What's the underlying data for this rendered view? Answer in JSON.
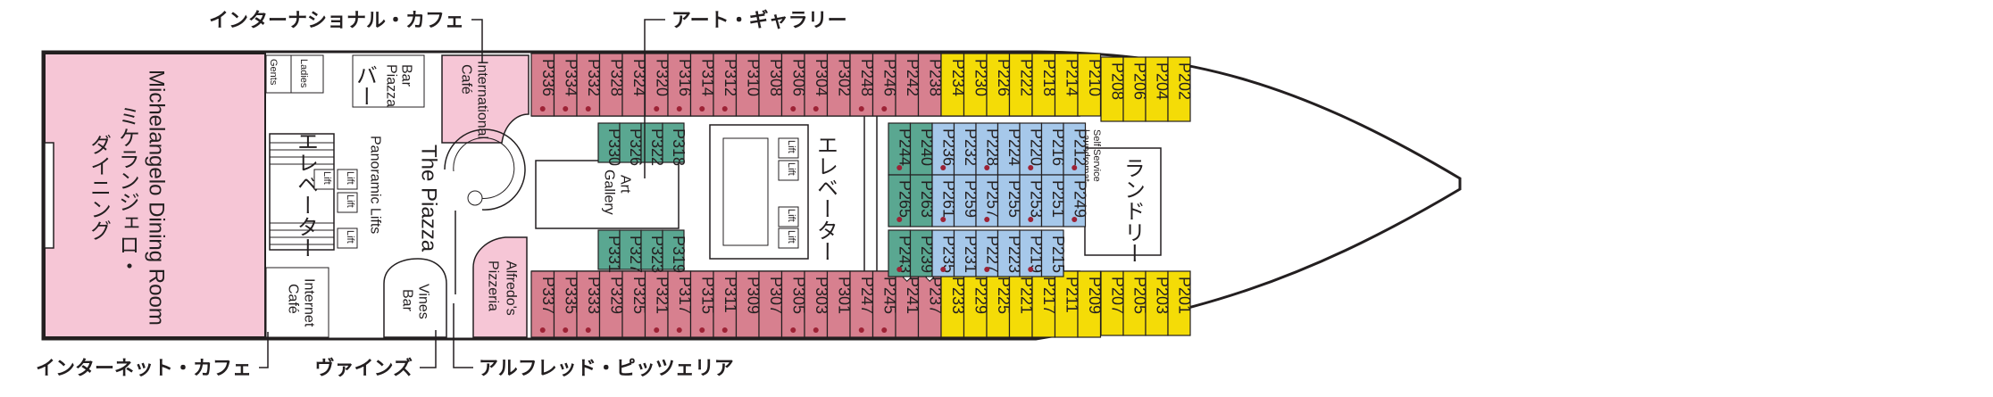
{
  "colors": {
    "pink_cabin": "#d7808f",
    "green_cabin": "#5aa791",
    "blue_cabin": "#a6c8ea",
    "yellow_cabin": "#f4dc07",
    "venue_pink": "#f6c6d6",
    "corridor": "#ffffff",
    "outline": "#231f20",
    "balcony_dot": "#9d2235"
  },
  "callouts": {
    "intl_cafe_jp": "インターナショナル・カフェ",
    "art_gallery_jp": "アート・ギャラリー",
    "internet_cafe_jp": "インターネット・カフェ",
    "vines_jp": "ヴァインズ",
    "alfredos_jp": "アルフレッド・ピッツェリア"
  },
  "venues": {
    "dining_en": "Michelangelo Dining Room",
    "dining_jp_1": "ミケランジェロ・",
    "dining_jp_2": "ダイニング",
    "gents": "Gents",
    "ladies": "Ladies",
    "bar_en_1": "Bar",
    "bar_en_2": "Piazza",
    "bar_jp": "バー",
    "intl_cafe_en_1": "International",
    "intl_cafe_en_2": "Café",
    "elevator_jp": "エレベーター",
    "panoramic_lifts": "Panoramic Lifts",
    "the_piazza": "The Piazza",
    "art_gallery_en_1": "Art",
    "art_gallery_en_2": "Gallery",
    "internet_cafe_en_1": "Internet",
    "internet_cafe_en_2": "Café",
    "vines_en_1": "Vines",
    "vines_en_2": "Bar",
    "alfredos_en_1": "Alfredo's",
    "alfredos_en_2": "Pizzeria",
    "laundry_en_1": "Self Service",
    "laundry_en_2": "Laundromat",
    "laundry_jp": "ランドリー",
    "lift": "Lift"
  },
  "cabins": {
    "top_row": [
      {
        "id": "P336",
        "type": "pink",
        "dot": true
      },
      {
        "id": "P334",
        "type": "pink",
        "dot": true
      },
      {
        "id": "P332",
        "type": "pink",
        "dot": true
      },
      {
        "id": "P328",
        "type": "pink",
        "dot": false
      },
      {
        "id": "P324",
        "type": "pink",
        "dot": false
      },
      {
        "id": "P320",
        "type": "pink",
        "dot": true
      },
      {
        "id": "P316",
        "type": "pink",
        "dot": true
      },
      {
        "id": "P314",
        "type": "pink",
        "dot": true
      },
      {
        "id": "P312",
        "type": "pink",
        "dot": true
      },
      {
        "id": "P310",
        "type": "pink",
        "dot": false
      },
      {
        "id": "P308",
        "type": "pink",
        "dot": false
      },
      {
        "id": "P306",
        "type": "pink",
        "dot": true
      },
      {
        "id": "P304",
        "type": "pink",
        "dot": true
      },
      {
        "id": "P302",
        "type": "pink",
        "dot": false
      },
      {
        "id": "P248",
        "type": "pink",
        "dot": true
      },
      {
        "id": "P246",
        "type": "pink",
        "dot": true
      },
      {
        "id": "P242",
        "type": "pink",
        "dot": false
      },
      {
        "id": "P238",
        "type": "pink",
        "dot": false
      },
      {
        "id": "P234",
        "type": "yellow",
        "dot": false
      },
      {
        "id": "P230",
        "type": "yellow",
        "dot": false
      },
      {
        "id": "P226",
        "type": "yellow",
        "dot": false
      },
      {
        "id": "P222",
        "type": "yellow",
        "dot": false
      },
      {
        "id": "P218",
        "type": "yellow",
        "dot": false
      },
      {
        "id": "P214",
        "type": "yellow",
        "dot": false
      },
      {
        "id": "P210",
        "type": "yellow",
        "dot": false
      }
    ],
    "top_bow": [
      {
        "id": "P208",
        "type": "yellow"
      },
      {
        "id": "P206",
        "type": "yellow"
      },
      {
        "id": "P204",
        "type": "yellow"
      },
      {
        "id": "P202",
        "type": "yellow"
      }
    ],
    "bottom_row": [
      {
        "id": "P337",
        "type": "pink",
        "dot": true
      },
      {
        "id": "P335",
        "type": "pink",
        "dot": true
      },
      {
        "id": "P333",
        "type": "pink",
        "dot": true
      },
      {
        "id": "P329",
        "type": "pink",
        "dot": false
      },
      {
        "id": "P325",
        "type": "pink",
        "dot": false
      },
      {
        "id": "P321",
        "type": "pink",
        "dot": true
      },
      {
        "id": "P317",
        "type": "pink",
        "dot": true
      },
      {
        "id": "P315",
        "type": "pink",
        "dot": true
      },
      {
        "id": "P311",
        "type": "pink",
        "dot": true
      },
      {
        "id": "P309",
        "type": "pink",
        "dot": false
      },
      {
        "id": "P307",
        "type": "pink",
        "dot": false
      },
      {
        "id": "P305",
        "type": "pink",
        "dot": true
      },
      {
        "id": "P303",
        "type": "pink",
        "dot": true
      },
      {
        "id": "P301",
        "type": "pink",
        "dot": false
      },
      {
        "id": "P247",
        "type": "pink",
        "dot": true
      },
      {
        "id": "P245",
        "type": "pink",
        "dot": true
      },
      {
        "id": "P241",
        "type": "pink",
        "dot": false,
        "dia": true
      },
      {
        "id": "P237",
        "type": "pink",
        "dot": false,
        "dia": true
      },
      {
        "id": "P233",
        "type": "yellow",
        "dot": false
      },
      {
        "id": "P229",
        "type": "yellow",
        "dot": false
      },
      {
        "id": "P225",
        "type": "yellow",
        "dot": false
      },
      {
        "id": "P221",
        "type": "yellow",
        "dot": false
      },
      {
        "id": "P217",
        "type": "yellow",
        "dot": false
      },
      {
        "id": "P211",
        "type": "yellow",
        "dot": false
      },
      {
        "id": "P209",
        "type": "yellow",
        "dot": false
      }
    ],
    "bottom_bow": [
      {
        "id": "P207",
        "type": "yellow"
      },
      {
        "id": "P205",
        "type": "yellow"
      },
      {
        "id": "P203",
        "type": "yellow"
      },
      {
        "id": "P201",
        "type": "yellow"
      }
    ],
    "green_top": [
      "P330",
      "P326",
      "P322",
      "P318"
    ],
    "green_bottom": [
      "P331",
      "P327",
      "P323",
      "P319"
    ],
    "inner_top": [
      {
        "id": "P244",
        "type": "green",
        "dot": true
      },
      {
        "id": "P240",
        "type": "green",
        "dot": false
      },
      {
        "id": "P236",
        "type": "blue",
        "dot": true
      },
      {
        "id": "P232",
        "type": "blue",
        "dot": false
      },
      {
        "id": "P228",
        "type": "blue",
        "dot": true
      },
      {
        "id": "P224",
        "type": "blue",
        "dot": false
      },
      {
        "id": "P220",
        "type": "blue",
        "dot": true
      },
      {
        "id": "P216",
        "type": "blue",
        "dot": false
      },
      {
        "id": "P212",
        "type": "blue",
        "dot": true
      }
    ],
    "inner_mid": [
      {
        "id": "P265",
        "type": "green",
        "dot": true
      },
      {
        "id": "P263",
        "type": "green",
        "dot": false
      },
      {
        "id": "P261",
        "type": "blue",
        "dot": true
      },
      {
        "id": "P259",
        "type": "blue",
        "dot": false
      },
      {
        "id": "P257",
        "type": "blue",
        "dot": true
      },
      {
        "id": "P255",
        "type": "blue",
        "dot": false
      },
      {
        "id": "P253",
        "type": "blue",
        "dot": true
      },
      {
        "id": "P251",
        "type": "blue",
        "dot": false
      },
      {
        "id": "P249",
        "type": "blue",
        "dot": true
      }
    ],
    "inner_bottom": [
      {
        "id": "P243",
        "type": "green",
        "dot": true
      },
      {
        "id": "P239",
        "type": "green",
        "dot": false
      },
      {
        "id": "P235",
        "type": "blue",
        "dot": true
      },
      {
        "id": "P231",
        "type": "blue",
        "dot": false
      },
      {
        "id": "P227",
        "type": "blue",
        "dot": true
      },
      {
        "id": "P223",
        "type": "blue",
        "dot": false
      },
      {
        "id": "P219",
        "type": "blue",
        "dot": true
      },
      {
        "id": "P215",
        "type": "blue",
        "dot": false
      }
    ]
  }
}
